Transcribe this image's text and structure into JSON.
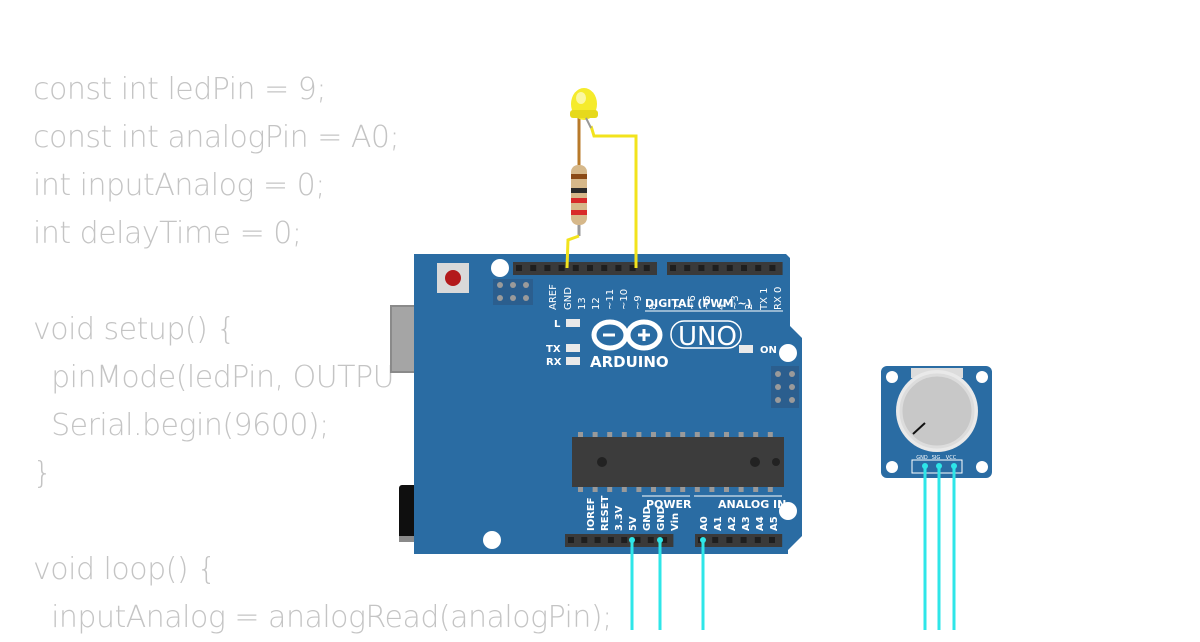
{
  "code": {
    "lines": [
      "const int ledPin = 9;",
      "const int analogPin = A0;",
      "int inputAnalog = 0;",
      "int delayTime = 0;",
      "",
      "void setup() {",
      "  pinMode(ledPin, OUTPU",
      "  Serial.begin(9600);",
      "}",
      "",
      "void loop() {",
      "  inputAnalog = analogRead(analogPin);"
    ]
  },
  "board": {
    "brand": "ARDUINO",
    "model": "UNO",
    "digital_header": "DIGITAL (PWM ~)",
    "power_header": "POWER",
    "analog_header": "ANALOG IN",
    "led_l": "L",
    "led_tx": "TX",
    "led_rx": "RX",
    "led_on": "ON",
    "digital_pins": [
      "AREF",
      "GND",
      "13",
      "12",
      "~11",
      "~10",
      "~9",
      "8",
      "7",
      "~6",
      "~5",
      "4",
      "~3",
      "2",
      "TX 1",
      "RX 0"
    ],
    "power_pins": [
      "IOREF",
      "RESET",
      "3.3V",
      "5V",
      "GND",
      "GND",
      "Vin"
    ],
    "analog_pins": [
      "A0",
      "A1",
      "A2",
      "A3",
      "A4",
      "A5"
    ]
  },
  "potentiometer": {
    "pins": [
      "GND",
      "SIG",
      "VCC"
    ]
  },
  "colors": {
    "board": "#2a6ca3",
    "wire_led": "#f2e31d",
    "wire_pot": "#2ee6e8",
    "code_text": "#c4c4c4"
  }
}
